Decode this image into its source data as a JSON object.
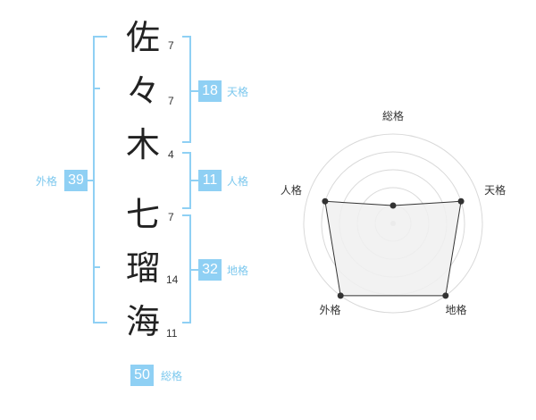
{
  "name": {
    "chars": [
      {
        "char": "佐",
        "strokes": "7"
      },
      {
        "char": "々",
        "strokes": "7"
      },
      {
        "char": "木",
        "strokes": "4"
      },
      {
        "char": "七",
        "strokes": "7"
      },
      {
        "char": "瑠",
        "strokes": "14"
      },
      {
        "char": "海",
        "strokes": "11"
      }
    ]
  },
  "kakusu": {
    "tenkaku": {
      "label": "天格",
      "value": "18"
    },
    "jinkaku": {
      "label": "人格",
      "value": "11"
    },
    "chikaku": {
      "label": "地格",
      "value": "32"
    },
    "gaikaku": {
      "label": "外格",
      "value": "39"
    },
    "soukaku": {
      "label": "総格",
      "value": "50"
    }
  },
  "colors": {
    "accent": "#8fd0f4",
    "label": "#7cc8ee",
    "text": "#222222",
    "radar_line": "#333333",
    "radar_fill": "#f0f0f0",
    "radar_ring": "#d9d9d9"
  },
  "chart_data": {
    "type": "radar",
    "axes": [
      "総格",
      "天格",
      "地格",
      "外格",
      "人格"
    ],
    "values": [
      1,
      4,
      5,
      5,
      4
    ],
    "max": 5,
    "rings": 5
  }
}
